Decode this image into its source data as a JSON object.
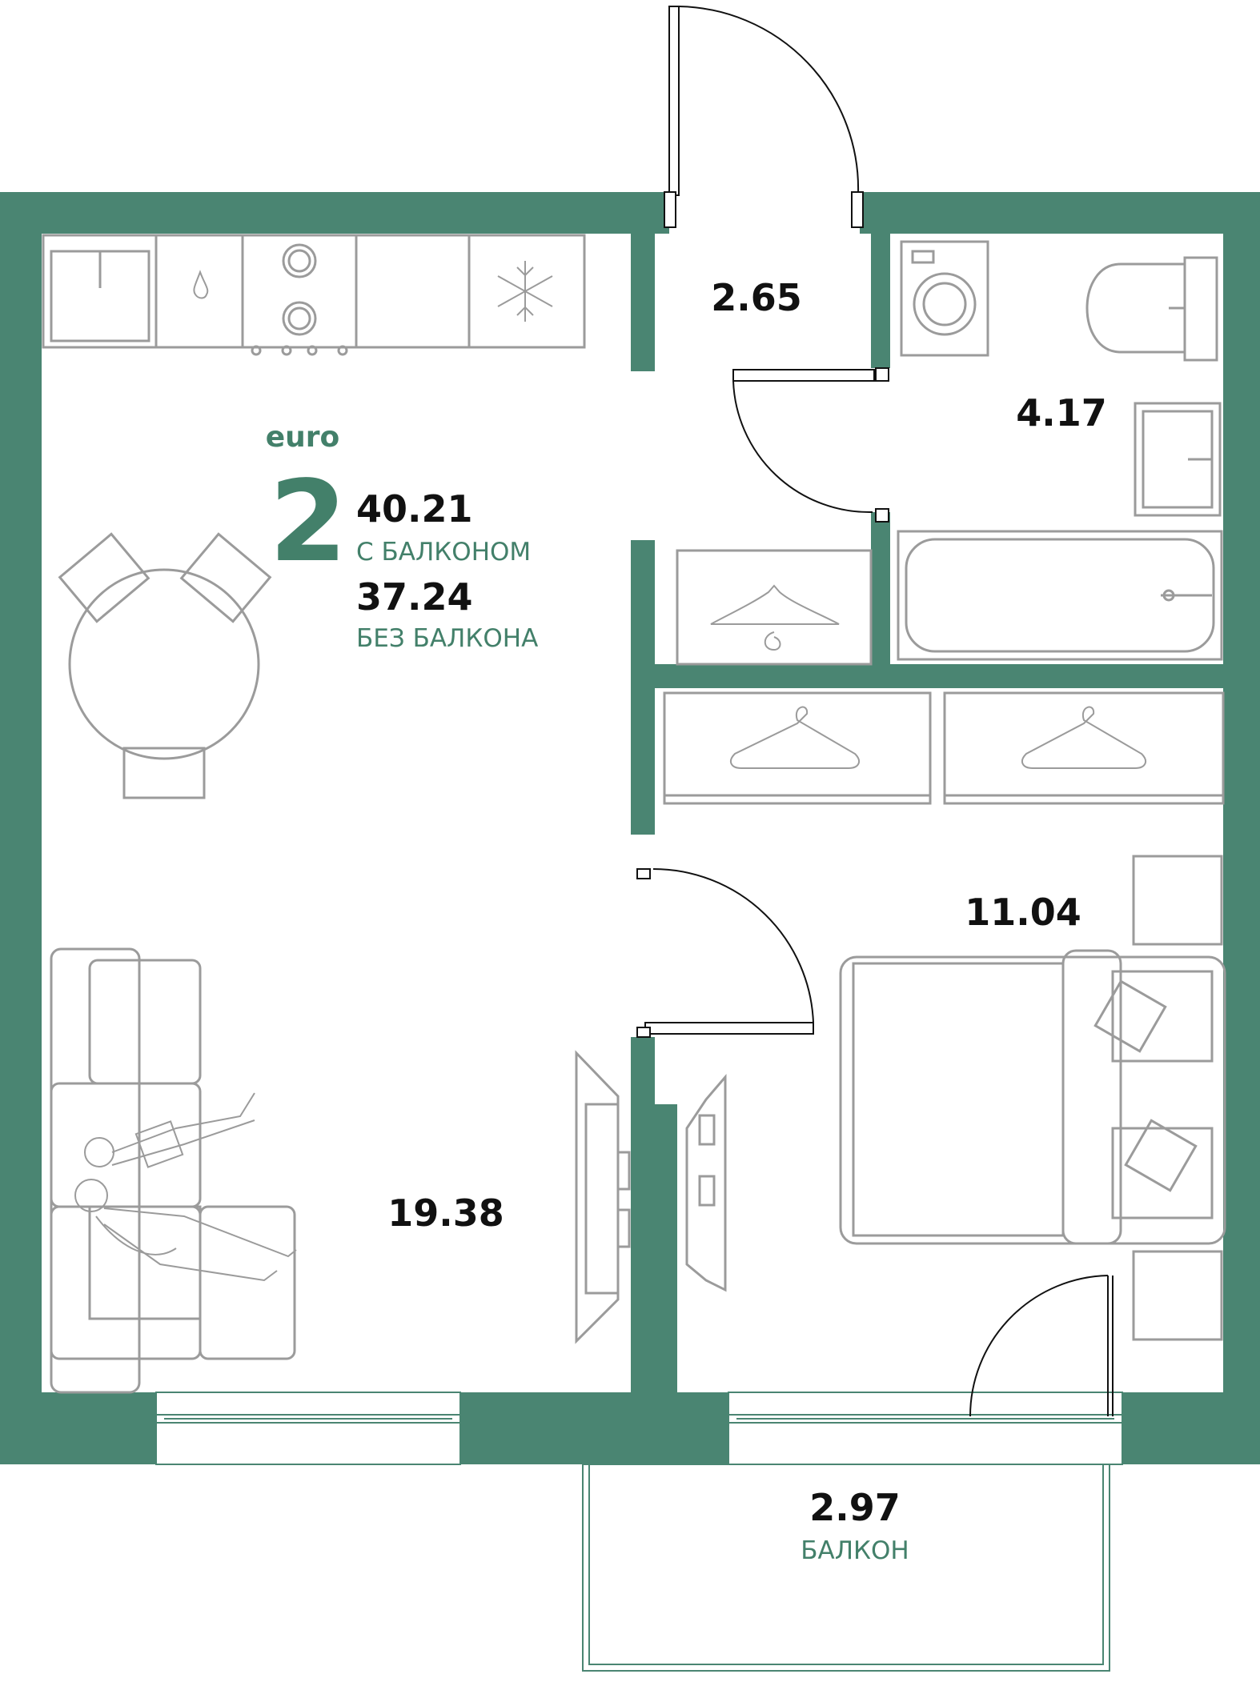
{
  "plan": {
    "type_word": "euro",
    "rooms_count": "2",
    "area_with_balcony": "40.21",
    "with_balcony_caption": "С БАЛКОНОМ",
    "area_without_balcony": "37.24",
    "without_balcony_caption": "БЕЗ БАЛКОНА"
  },
  "rooms": {
    "hall_area": "2.65",
    "bathroom_area": "4.17",
    "bedroom_area": "11.04",
    "living_area": "19.38",
    "balcony_area": "2.97",
    "balcony_caption": "БАЛКОН"
  },
  "colors": {
    "wall": "#4a8572",
    "accent_text": "#43806a",
    "furniture": "#9b9b9b",
    "area_text": "#111111"
  }
}
